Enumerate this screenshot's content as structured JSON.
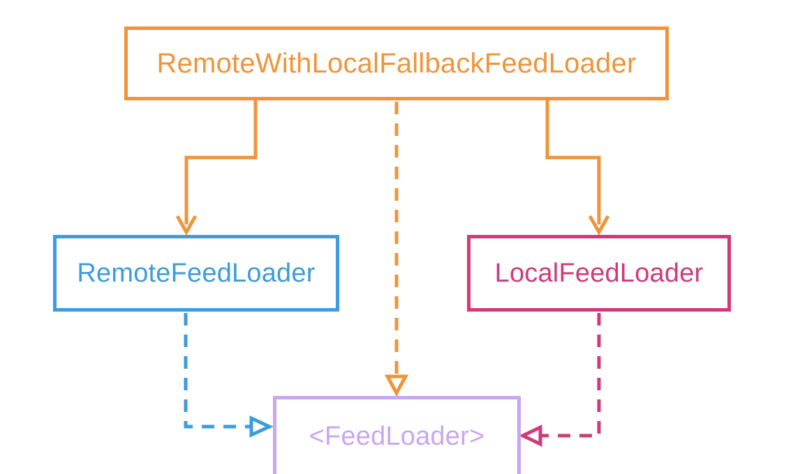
{
  "nodes": {
    "fallback_loader": {
      "label": "RemoteWithLocalFallbackFeedLoader",
      "color": "#F0943A"
    },
    "remote_loader": {
      "label": "RemoteFeedLoader",
      "color": "#3E9BDC"
    },
    "local_loader": {
      "label": "LocalFeedLoader",
      "color": "#D03A78"
    },
    "feed_loader_protocol": {
      "label": "<FeedLoader>",
      "color": "#C8A6F2"
    }
  },
  "edges": [
    {
      "from": "fallback_loader",
      "to": "remote_loader",
      "style": "solid",
      "head": "open-arrow",
      "color": "#F0943A"
    },
    {
      "from": "fallback_loader",
      "to": "local_loader",
      "style": "solid",
      "head": "open-arrow",
      "color": "#F0943A"
    },
    {
      "from": "fallback_loader",
      "to": "feed_loader_protocol",
      "style": "dashed",
      "head": "hollow-triangle",
      "color": "#F0943A"
    },
    {
      "from": "remote_loader",
      "to": "feed_loader_protocol",
      "style": "dashed",
      "head": "hollow-triangle",
      "color": "#3E9BDC"
    },
    {
      "from": "local_loader",
      "to": "feed_loader_protocol",
      "style": "dashed",
      "head": "hollow-triangle",
      "color": "#D03A78"
    }
  ]
}
